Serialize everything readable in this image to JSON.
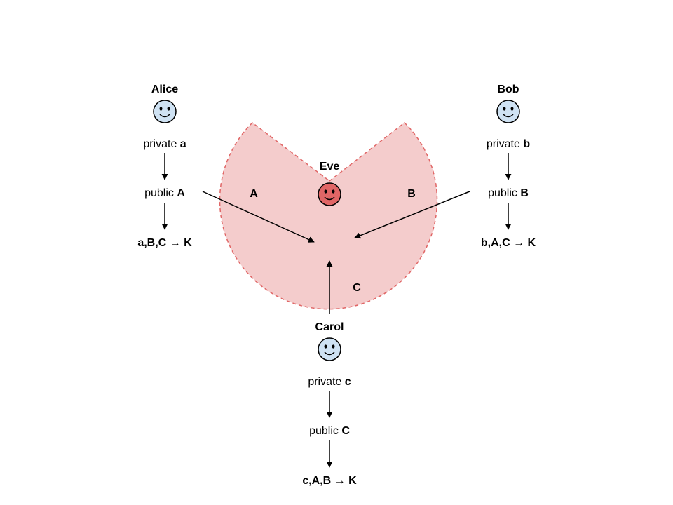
{
  "colors": {
    "face_fill": "#cfe2f3",
    "eve_fill": "#e06666",
    "region_fill": "#f4cccc",
    "region_stroke": "#e06666",
    "ink": "#000000"
  },
  "eve": {
    "name": "Eve",
    "face_icon": "smiley-face-icon",
    "observed": {
      "a": "A",
      "b": "B",
      "c": "C"
    }
  },
  "parties": {
    "alice": {
      "name": "Alice",
      "face_icon": "smiley-face-icon",
      "private_prefix": "private ",
      "private_key": "a",
      "public_prefix": "public ",
      "public_key": "A",
      "derivation": "a,B,C → K"
    },
    "bob": {
      "name": "Bob",
      "face_icon": "smiley-face-icon",
      "private_prefix": "private ",
      "private_key": "b",
      "public_prefix": "public ",
      "public_key": "B",
      "derivation": "b,A,C → K"
    },
    "carol": {
      "name": "Carol",
      "face_icon": "smiley-face-icon",
      "private_prefix": "private ",
      "private_key": "c",
      "public_prefix": "public ",
      "public_key": "C",
      "derivation": "c,A,B → K"
    }
  }
}
